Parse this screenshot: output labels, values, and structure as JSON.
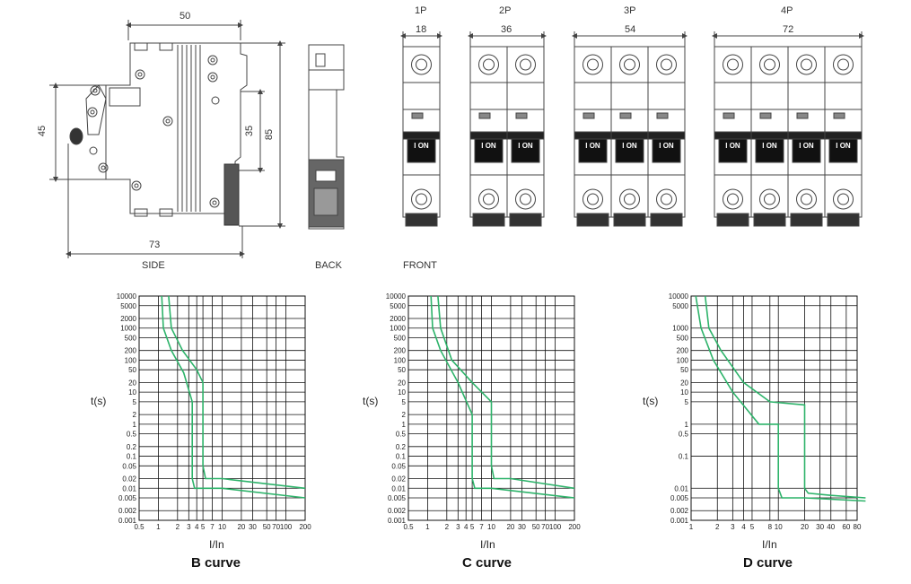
{
  "drawing": {
    "side": {
      "label": "SIDE",
      "dim_width_top": "50",
      "dim_width_bottom": "73",
      "dim_height_left": "45",
      "dim_inner_height": "35",
      "dim_total_height": "85"
    },
    "back": {
      "label": "BACK"
    },
    "front": {
      "label": "FRONT"
    },
    "poles": [
      {
        "label": "1P",
        "width": "18"
      },
      {
        "label": "2P",
        "width": "36"
      },
      {
        "label": "3P",
        "width": "54"
      },
      {
        "label": "4P",
        "width": "72"
      }
    ],
    "switch_text": "I ON"
  },
  "colors": {
    "curve": "#2db36a",
    "grid": "#111111",
    "drawing": "#444444"
  },
  "chart_data": [
    {
      "type": "line",
      "title": "B curve",
      "xlabel": "I/In",
      "ylabel": "t(s)",
      "x_scale": "log",
      "y_scale": "log",
      "x_ticks": [
        "0.5",
        "1",
        "2",
        "3",
        "4",
        "5",
        "7",
        "10",
        "20",
        "30",
        "50",
        "70",
        "100",
        "200"
      ],
      "y_ticks": [
        "10000",
        "5000",
        "2000",
        "1000",
        "500",
        "200",
        "100",
        "50",
        "20",
        "10",
        "5",
        "2",
        "1",
        "0.5",
        "0.2",
        "0.1",
        "0.05",
        "0.02",
        "0.01",
        "0.005",
        "0.002",
        "0.001"
      ],
      "series": [
        {
          "points": [
            [
              1.13,
              10000
            ],
            [
              1.2,
              1000
            ],
            [
              1.6,
              200
            ],
            [
              2.5,
              40
            ],
            [
              3.4,
              5
            ],
            [
              3.4,
              0.02
            ],
            [
              3.7,
              0.01
            ],
            [
              10,
              0.01
            ],
            [
              200,
              0.005
            ]
          ]
        },
        {
          "points": [
            [
              1.45,
              10000
            ],
            [
              1.6,
              1000
            ],
            [
              2.4,
              200
            ],
            [
              4,
              50
            ],
            [
              5,
              20
            ],
            [
              5,
              0.05
            ],
            [
              5.5,
              0.02
            ],
            [
              10,
              0.02
            ],
            [
              200,
              0.01
            ]
          ]
        }
      ]
    },
    {
      "type": "line",
      "title": "C curve",
      "xlabel": "I/In",
      "ylabel": "t(s)",
      "x_scale": "log",
      "y_scale": "log",
      "x_ticks": [
        "0.5",
        "1",
        "2",
        "3",
        "4",
        "5",
        "7",
        "10",
        "20",
        "30",
        "50",
        "70",
        "100",
        "200"
      ],
      "y_ticks": [
        "10000",
        "5000",
        "2000",
        "1000",
        "500",
        "200",
        "100",
        "50",
        "20",
        "10",
        "5",
        "2",
        "1",
        "0.5",
        "0.2",
        "0.1",
        "0.05",
        "0.02",
        "0.01",
        "0.005",
        "0.002",
        "0.001"
      ],
      "series": [
        {
          "points": [
            [
              1.13,
              10000
            ],
            [
              1.2,
              1000
            ],
            [
              1.6,
              200
            ],
            [
              3,
              20
            ],
            [
              5,
              2
            ],
            [
              5,
              0.02
            ],
            [
              5.5,
              0.01
            ],
            [
              10,
              0.01
            ],
            [
              200,
              0.005
            ]
          ]
        },
        {
          "points": [
            [
              1.45,
              10000
            ],
            [
              1.6,
              1000
            ],
            [
              2.4,
              100
            ],
            [
              5,
              20
            ],
            [
              10,
              5
            ],
            [
              10,
              0.05
            ],
            [
              11,
              0.02
            ],
            [
              20,
              0.02
            ],
            [
              200,
              0.01
            ]
          ]
        }
      ]
    },
    {
      "type": "line",
      "title": "D curve",
      "xlabel": "I/In",
      "ylabel": "t(s)",
      "x_scale": "log",
      "y_scale": "log",
      "x_ticks": [
        "1",
        "2",
        "3",
        "4",
        "5",
        "8",
        "10",
        "20",
        "30",
        "40",
        "60",
        "80"
      ],
      "y_ticks": [
        "10000",
        "5000",
        "1000",
        "500",
        "200",
        "100",
        "50",
        "20",
        "10",
        "5",
        "1",
        "0.5",
        "0.1",
        "0.01",
        "0.005",
        "0.002",
        "0.001"
      ],
      "series": [
        {
          "points": [
            [
              1.13,
              10000
            ],
            [
              1.3,
              1000
            ],
            [
              1.8,
              100
            ],
            [
              3,
              10
            ],
            [
              6,
              1
            ],
            [
              10,
              1
            ],
            [
              10,
              0.01
            ],
            [
              11,
              0.005
            ],
            [
              20,
              0.005
            ],
            [
              100,
              0.004
            ]
          ]
        },
        {
          "points": [
            [
              1.45,
              10000
            ],
            [
              1.6,
              1000
            ],
            [
              2.2,
              200
            ],
            [
              4,
              20
            ],
            [
              8,
              5
            ],
            [
              20,
              4
            ],
            [
              20,
              0.01
            ],
            [
              22,
              0.007
            ],
            [
              40,
              0.006
            ],
            [
              100,
              0.005
            ]
          ]
        }
      ]
    }
  ]
}
